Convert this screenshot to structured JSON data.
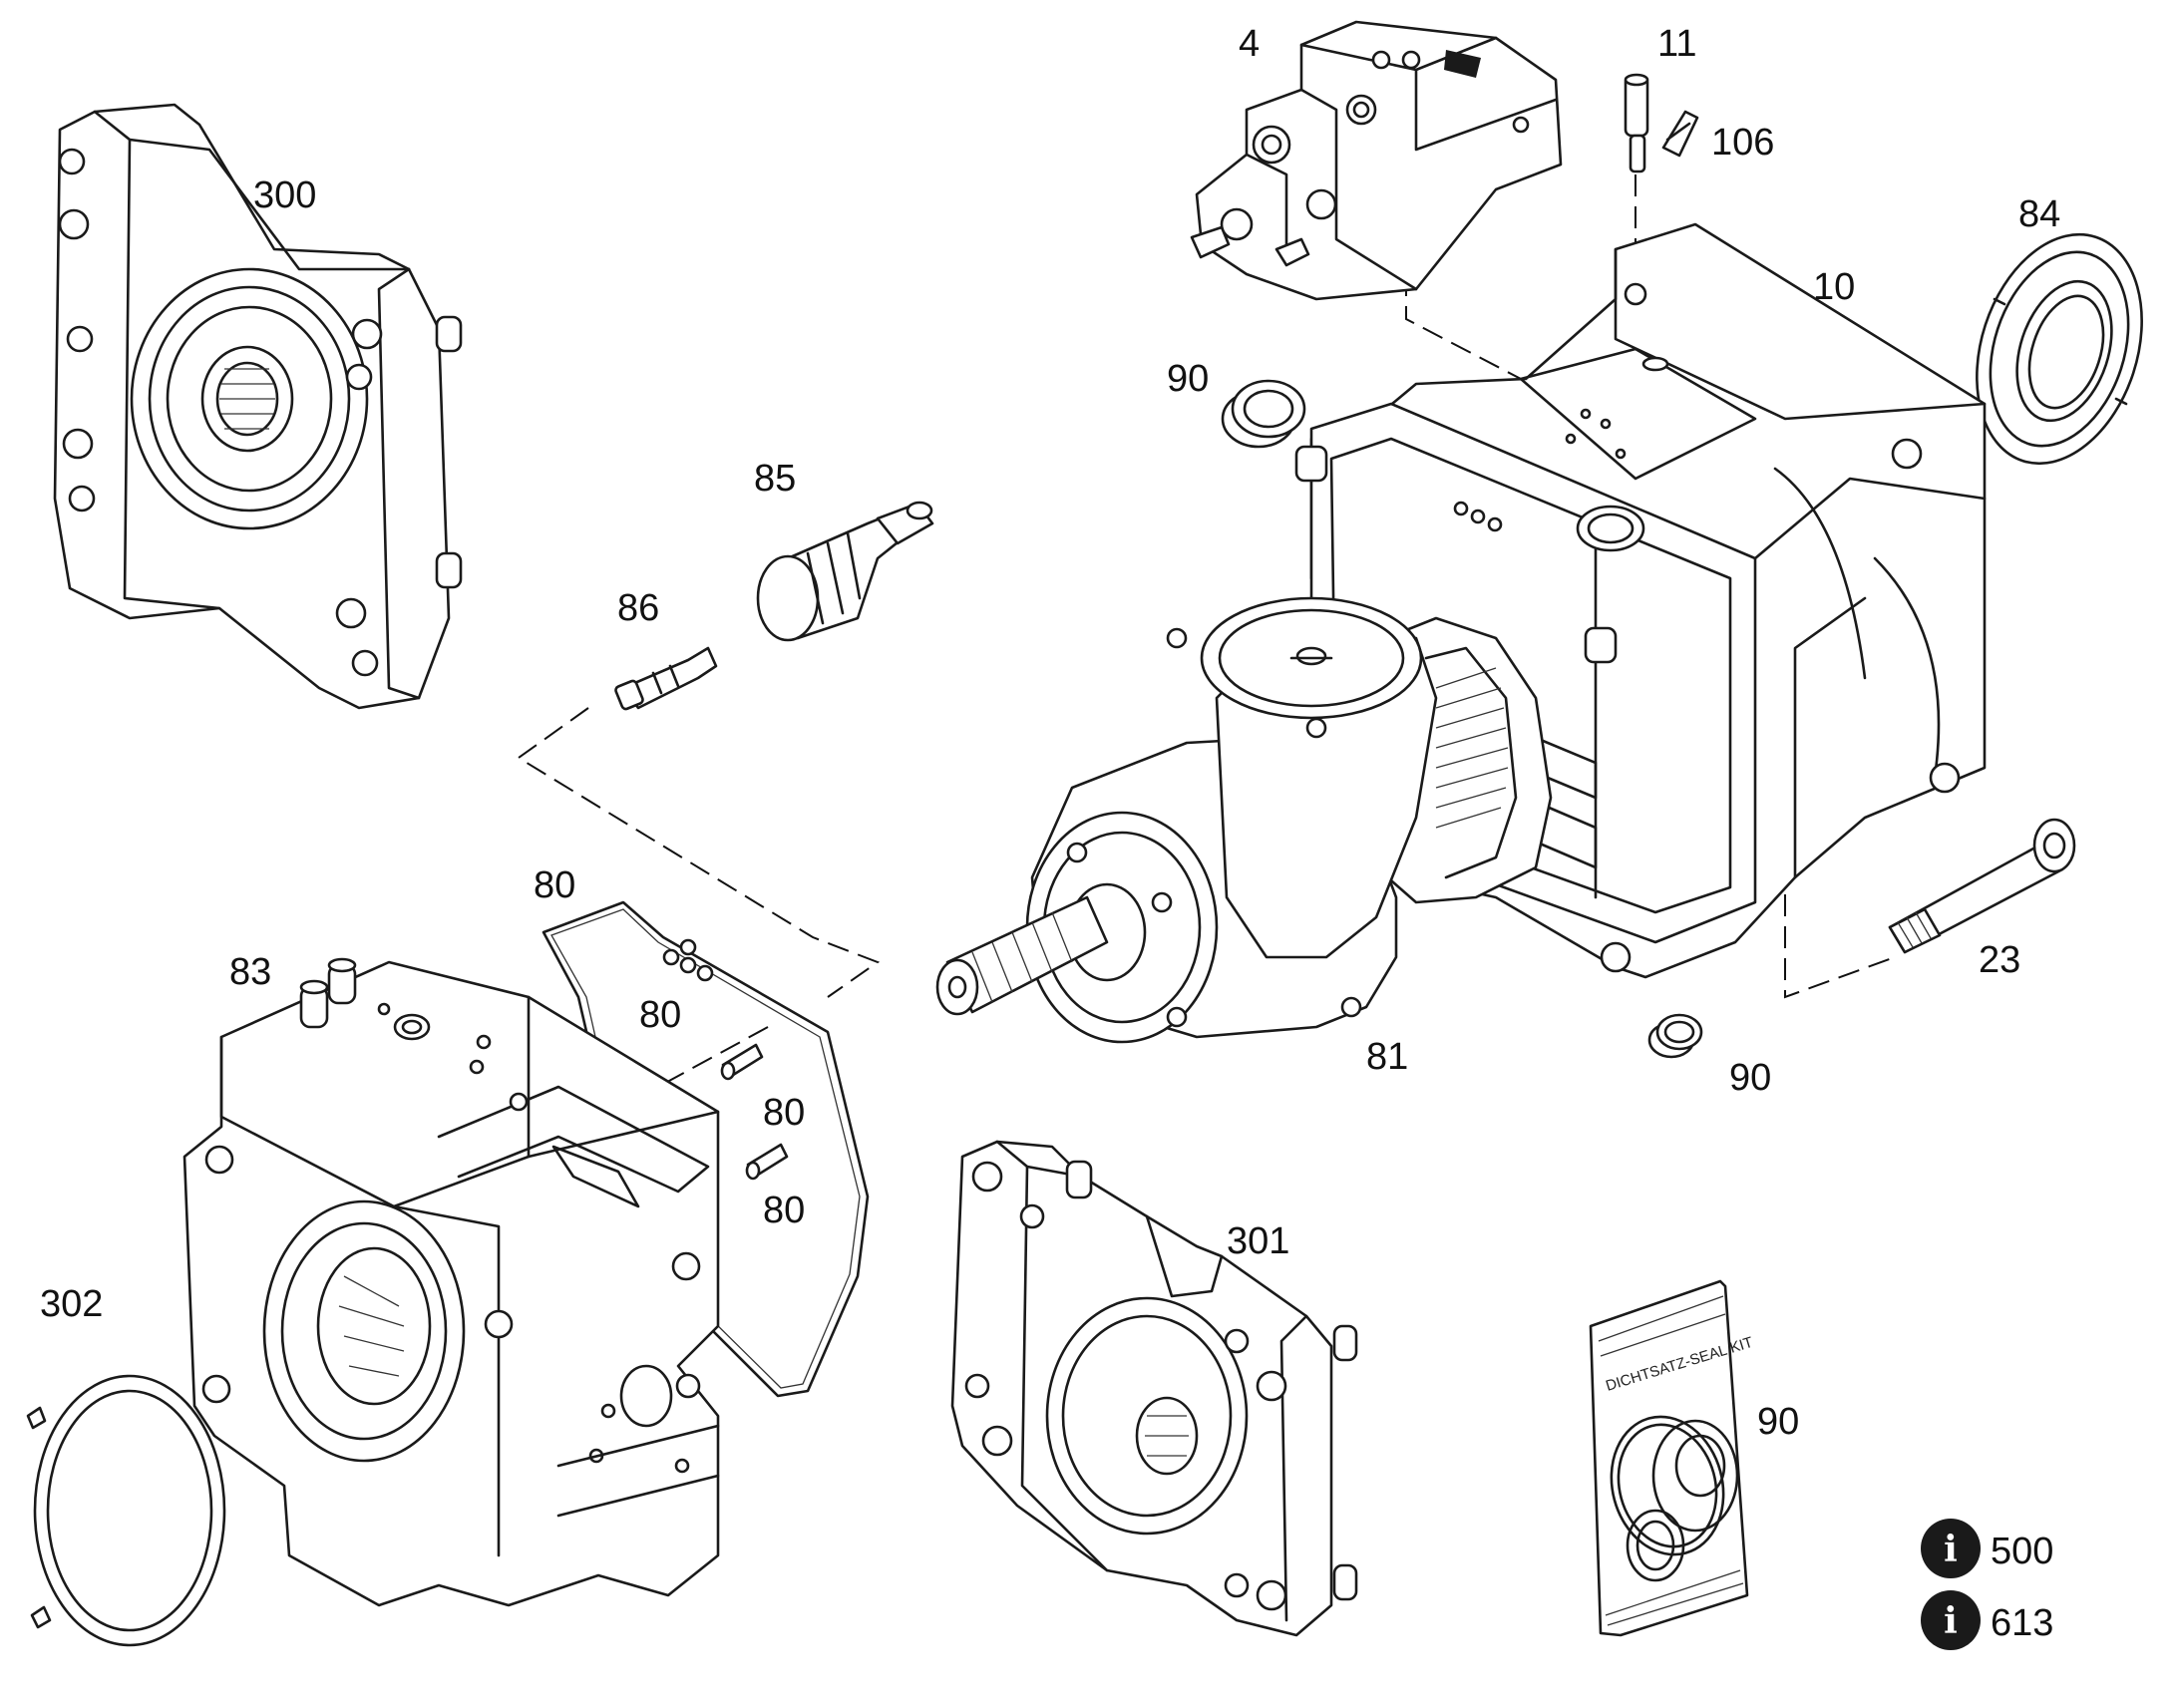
{
  "labels": {
    "p4": "4",
    "p11": "11",
    "p106": "106",
    "p84": "84",
    "p10": "10",
    "p300": "300",
    "p90_top": "90",
    "p85": "85",
    "p86": "86",
    "p80_oring": "80",
    "p80_a": "80",
    "p80_b": "80",
    "p80_c": "80",
    "p83": "83",
    "p81": "81",
    "p23": "23",
    "p90_mid": "90",
    "p301": "301",
    "p302": "302",
    "p90_kit": "90"
  },
  "seal_kit": {
    "bag_text": "DICHTSATZ-SEAL KIT"
  },
  "info_refs": [
    {
      "icon": "info-icon",
      "glyph": "i",
      "value": "500"
    },
    {
      "icon": "info-icon",
      "glyph": "i",
      "value": "613"
    }
  ]
}
